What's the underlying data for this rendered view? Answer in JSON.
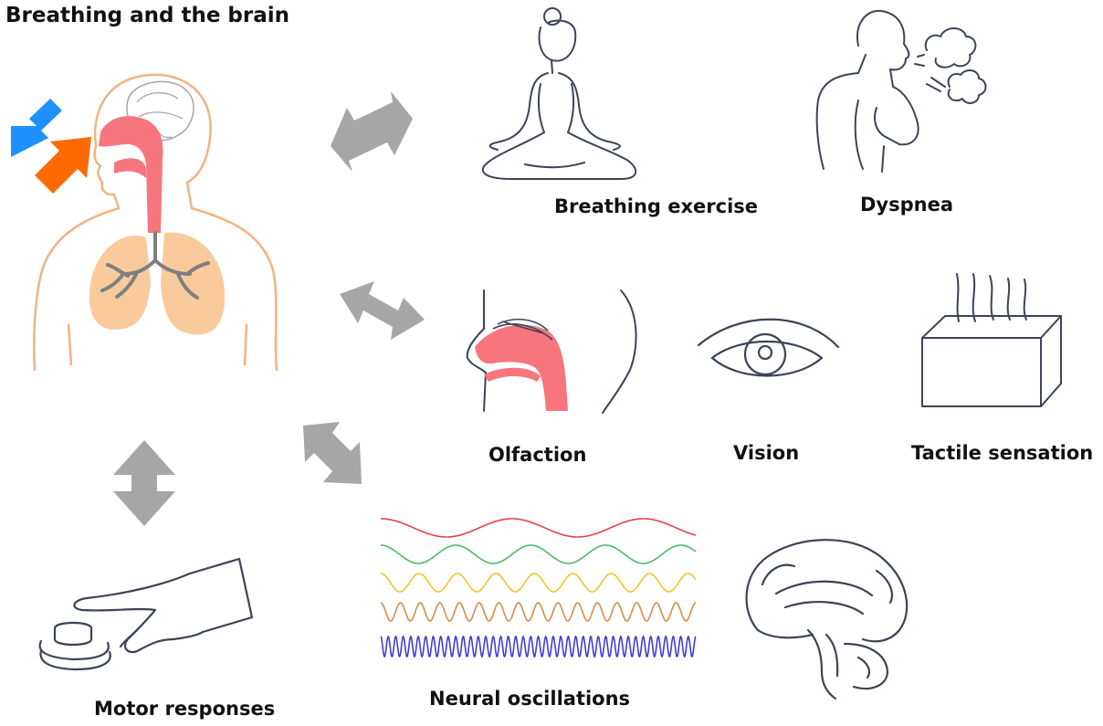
{
  "title": "Breathing and the brain",
  "labels": {
    "breathing_exercise": "Breathing exercise",
    "dyspnea": "Dyspnea",
    "olfaction": "Olfaction",
    "vision": "Vision",
    "tactile": "Tactile sensation",
    "motor": "Motor responses",
    "neural": "Neural oscillations"
  },
  "colors": {
    "body_outline": "#f4b183",
    "airway": "#f7767e",
    "lungs": "#f9cb9c",
    "bronchi": "#7f7f7f",
    "inhale_arrow": "#1e90ff",
    "exhale_arrow": "#ff6a00",
    "double_arrow": "#a6a6a6",
    "line_art": "#3b4557",
    "wave_delta": "#e8414a",
    "wave_theta": "#4cbb6b",
    "wave_alpha": "#f2c62e",
    "wave_beta": "#d98a4c",
    "wave_gamma": "#3f3fd6"
  },
  "icons": [
    "body-airway-icon",
    "inhale-arrow-icon",
    "exhale-arrow-icon",
    "meditation-icon",
    "dyspnea-icon",
    "nose-icon",
    "eye-icon",
    "tactile-box-icon",
    "button-press-icon",
    "brain-icon",
    "oscillation-waves-icon"
  ]
}
